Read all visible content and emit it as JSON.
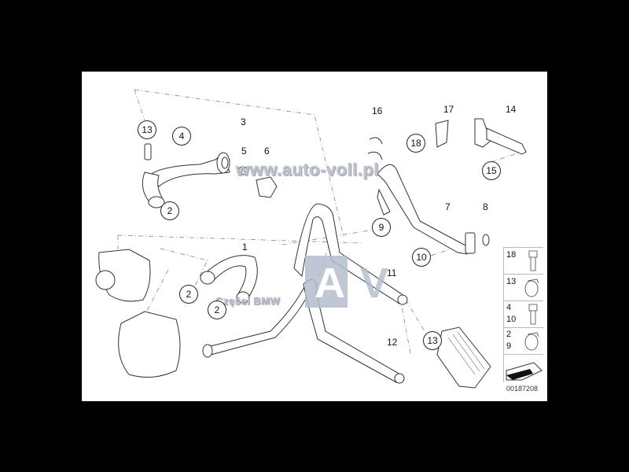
{
  "watermark": {
    "url": "www.auto-voll.pl",
    "logo_letters": [
      "A",
      "V"
    ],
    "caption": "Części BMW",
    "logo_color": "#b4bccd"
  },
  "callouts": [
    {
      "id": "c13a",
      "label": "13",
      "circled": true
    },
    {
      "id": "c4",
      "label": "4",
      "circled": true
    },
    {
      "id": "c2a",
      "label": "2",
      "circled": true
    },
    {
      "id": "c2b",
      "label": "2",
      "circled": true
    },
    {
      "id": "c2c",
      "label": "2",
      "circled": true
    },
    {
      "id": "c9",
      "label": "9",
      "circled": true
    },
    {
      "id": "c10",
      "label": "10",
      "circled": true
    },
    {
      "id": "c13b",
      "label": "13",
      "circled": true
    },
    {
      "id": "c18",
      "label": "18",
      "circled": true
    },
    {
      "id": "c15",
      "label": "15",
      "circled": true
    }
  ],
  "labels": [
    {
      "id": "n3",
      "label": "3"
    },
    {
      "id": "n5",
      "label": "5"
    },
    {
      "id": "n6",
      "label": "6"
    },
    {
      "id": "n1",
      "label": "1"
    },
    {
      "id": "n16",
      "label": "16"
    },
    {
      "id": "n17",
      "label": "17"
    },
    {
      "id": "n14",
      "label": "14"
    },
    {
      "id": "n7",
      "label": "7"
    },
    {
      "id": "n8",
      "label": "8"
    },
    {
      "id": "n11",
      "label": "11"
    },
    {
      "id": "n12",
      "label": "12"
    }
  ],
  "legend": [
    {
      "numbers": [
        "18"
      ],
      "icon": "bolt-icon"
    },
    {
      "numbers": [
        "13"
      ],
      "icon": "hose-clamp-icon"
    },
    {
      "numbers": [
        "4",
        "10"
      ],
      "icon": "bolt-icon"
    },
    {
      "numbers": [
        "2",
        "9"
      ],
      "icon": "hose-clamp-icon"
    },
    {
      "numbers": [],
      "icon": "direction-arrow-icon"
    }
  ],
  "diagram_id": "00187208"
}
